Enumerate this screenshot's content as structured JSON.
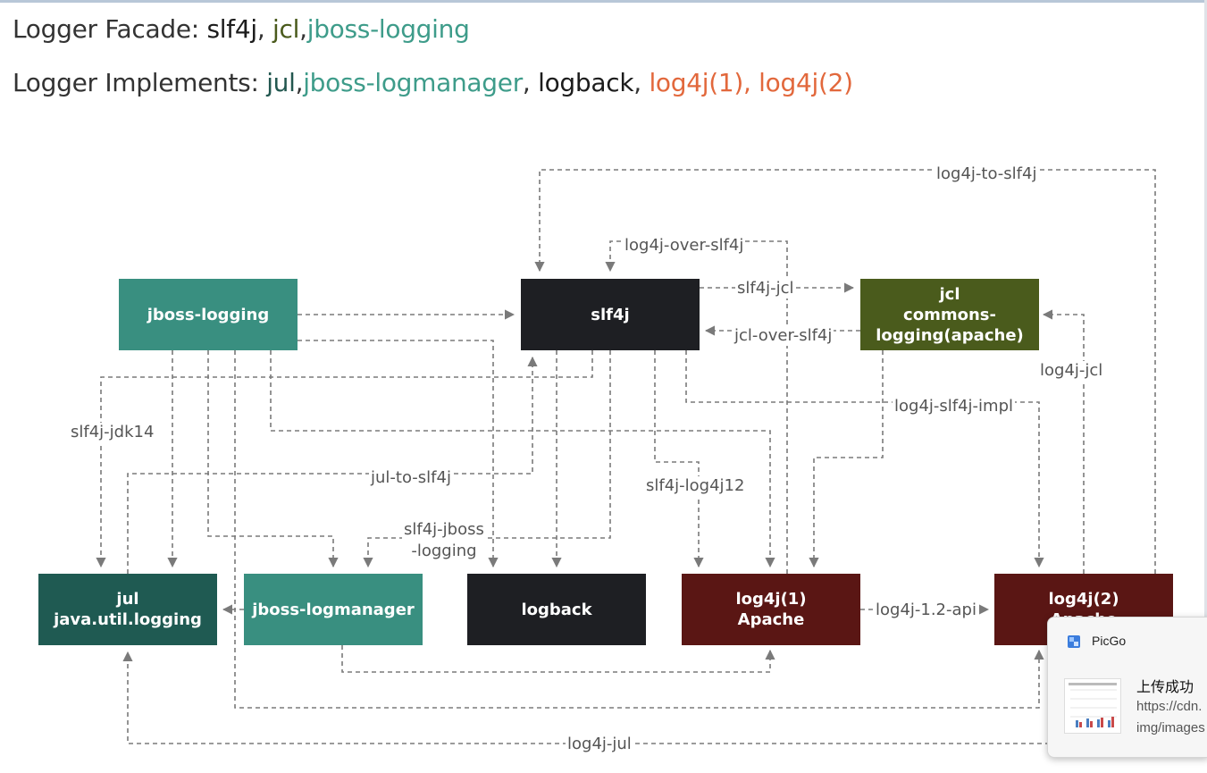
{
  "header": {
    "facade_prefix": "Logger Facade: ",
    "facade_slf4j": "slf4j",
    "facade_sep1": ", ",
    "facade_jcl": "jcl",
    "facade_sep2": ",",
    "facade_jboss": "jboss-logging",
    "impl_prefix": "Logger Implements: ",
    "impl_jul": "jul",
    "impl_sep1": ",",
    "impl_jboss_logmanager": "jboss-logmanager",
    "impl_sep2": ", ",
    "impl_logback": "logback",
    "impl_sep3": ", ",
    "impl_log4j": "log4j(1), log4j(2)"
  },
  "colors": {
    "teal_box": "#398f80",
    "dark_teal_box": "#1f5a52",
    "black_box": "#1e1f23",
    "olive_box": "#4a5b1c",
    "maroon_box": "#5a1614",
    "edge": "#7a7a7a",
    "label": "#555555",
    "orange_text": "#e2683c",
    "teal_text": "#3e9c8a"
  },
  "nodes": {
    "jboss_logging": "jboss-logging",
    "slf4j": "slf4j",
    "jcl_line1": "jcl",
    "jcl_line2": "commons-",
    "jcl_line3": "logging(apache)",
    "jul_line1": "jul",
    "jul_line2": "java.util.logging",
    "jboss_logmanager": "jboss-logmanager",
    "logback": "logback",
    "log4j1_line1": "log4j(1)",
    "log4j1_line2": "Apache",
    "log4j2_line1": "log4j(2)",
    "log4j2_line2": "Apache"
  },
  "edge_labels": {
    "log4j_to_slf4j": "log4j-to-slf4j",
    "log4j_over_slf4j": "log4j-over-slf4j",
    "slf4j_jcl": "slf4j-jcl",
    "jcl_over_slf4j": "jcl-over-slf4j",
    "log4j_jcl": "log4j-jcl",
    "log4j_slf4j_impl": "log4j-slf4j-impl",
    "slf4j_jdk14": "slf4j-jdk14",
    "jul_to_slf4j": "jul-to-slf4j",
    "slf4j_log4j12": "slf4j-log4j12",
    "slf4j_jboss_logging_line1": "slf4j-jboss",
    "slf4j_jboss_logging_line2": "-logging",
    "log4j_1_2_api": "log4j-1.2-api",
    "log4j_jul": "log4j-jul"
  },
  "notification": {
    "app_name": "PicGo",
    "app_icon": "picgo-icon",
    "title": "上传成功",
    "body_line1": "https://cdn.",
    "body_line2": "img/images"
  }
}
